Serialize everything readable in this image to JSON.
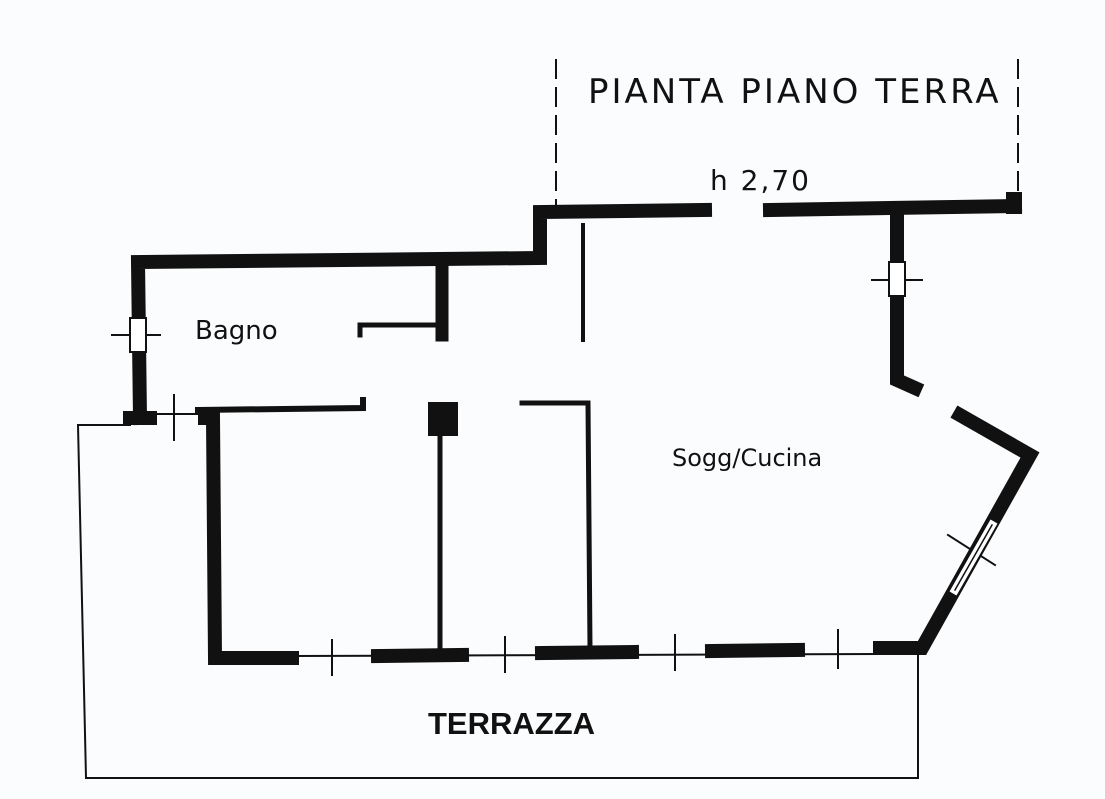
{
  "title": "PIANTA PIANO TERRA",
  "height_label": "h 2,70",
  "rooms": {
    "bathroom": "Bagno",
    "living_kitchen": "Sogg/Cucina",
    "terrace": "TERRAZZA"
  },
  "colors": {
    "wall": "#111111",
    "background": "#fbfcfd"
  }
}
